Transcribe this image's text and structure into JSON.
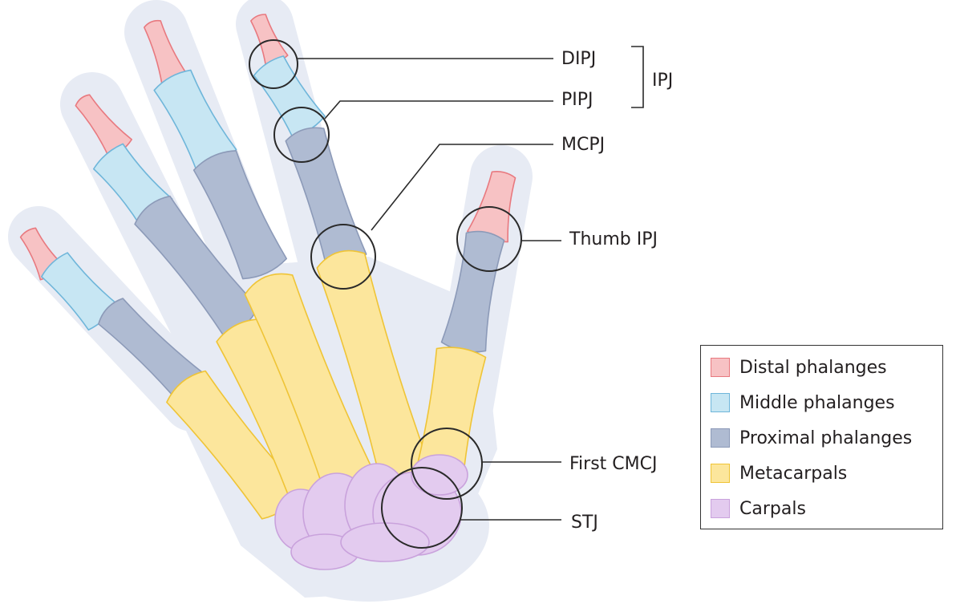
{
  "labels": {
    "dipj": "DIPJ",
    "pipj": "PIPJ",
    "ipj": "IPJ",
    "mcpj": "MCPJ",
    "thumb_ipj": "Thumb IPJ",
    "first_cmcj": "First CMCJ",
    "stj": "STJ"
  },
  "legend": {
    "items": [
      {
        "label": "Distal phalanges",
        "fill": "#f7c2c4",
        "stroke": "#e8797f"
      },
      {
        "label": "Middle phalanges",
        "fill": "#c7e6f3",
        "stroke": "#6fb6da"
      },
      {
        "label": "Proximal phalanges",
        "fill": "#afbbd2",
        "stroke": "#8c9ab8"
      },
      {
        "label": "Metacarpals",
        "fill": "#fce69c",
        "stroke": "#efc436"
      },
      {
        "label": "Carpals",
        "fill": "#e3cbef",
        "stroke": "#c9a2dc"
      }
    ]
  },
  "colors": {
    "hand_outline": "#e7ebf4"
  }
}
